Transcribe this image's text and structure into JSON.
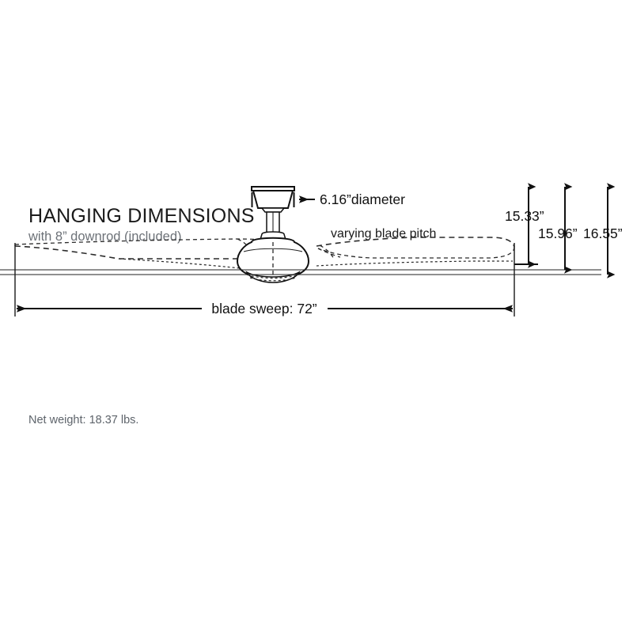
{
  "diagram": {
    "title": "HANGING DIMENSIONS",
    "subtitle": "with 8” downrod (included)",
    "canopy_callout": "6.16”diameter",
    "blade_pitch_note": "varying blade pitch",
    "sweep_label": "blade sweep: 72”",
    "net_weight": "Net weight: 18.37 lbs.",
    "heights": {
      "min": "15.33”",
      "mid": "15.96”",
      "max": "16.55”"
    },
    "colors": {
      "line": "#111111",
      "title": "#1b1b1b",
      "subtitle": "#6d7278",
      "weight": "#5e646b",
      "background": "#ffffff"
    }
  }
}
